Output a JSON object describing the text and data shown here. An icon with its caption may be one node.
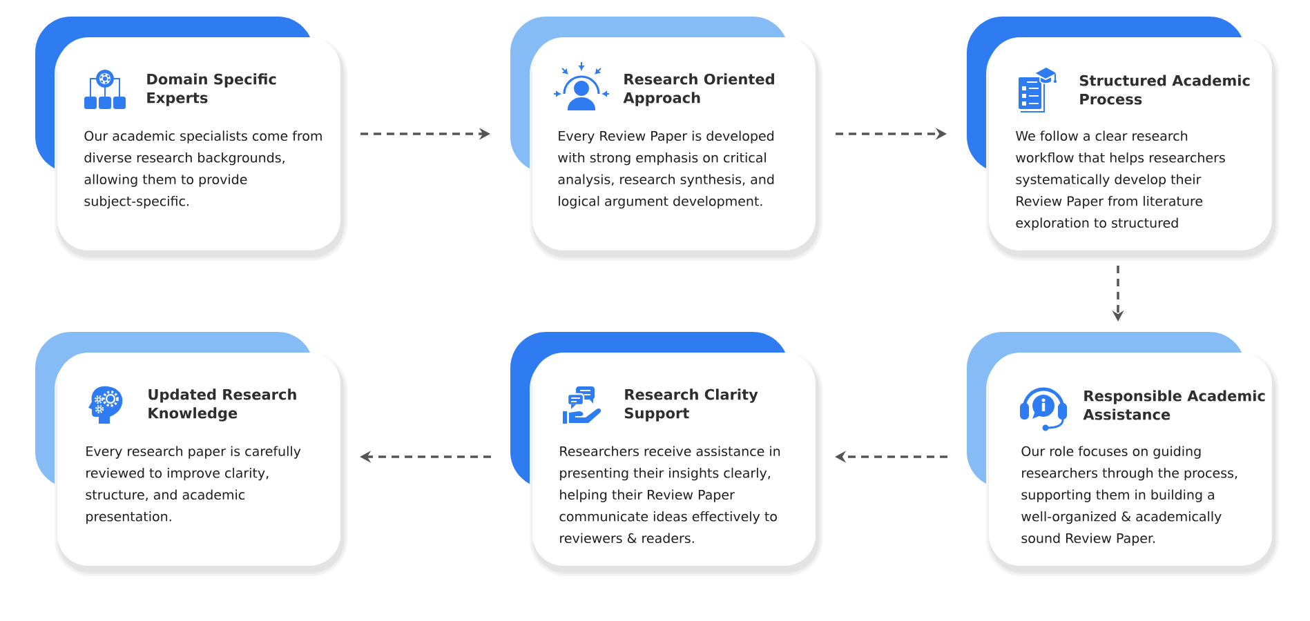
{
  "diagram": {
    "nodes": [
      {
        "text": [
          "Domain Specific Experts",
          "Our academic specialists come from diverse research backgrounds, allowing them to provide subject-specific."
        ]
      },
      {
        "text": [
          "Research Oriented Approach",
          "Every Review Paper is developed with strong emphasis on critical analysis, research synthesis, and logical argument development."
        ]
      },
      {
        "text": [
          "Structured Academic Process",
          "We follow a clear research workflow that helps researchers systematically develop their Review Paper from literature exploration to structured"
        ]
      },
      {
        "text": [
          "Updated Research Knowledge",
          "Every research paper is carefully reviewed to improve clarity, structure, and academic presentation."
        ]
      },
      {
        "text": [
          "Research Clarity Support",
          "Researchers receive assistance in presenting their insights clearly, helping their Review Paper communicate ideas effectively to reviewers & readers."
        ]
      },
      {
        "text": [
          "Responsible Academic Assistance",
          "Our role focuses on guiding researchers through the process, supporting them in building a well-organized & academically sound Review Paper."
        ]
      }
    ],
    "edges": [
      {
        "from": 0,
        "to": 1,
        "arrow": "to",
        "style": "dashed"
      },
      {
        "from": 1,
        "to": 2,
        "arrow": "to",
        "style": "dashed"
      },
      {
        "from": 2,
        "to": 5,
        "arrow": "to",
        "style": "dashed"
      },
      {
        "from": 5,
        "to": 4,
        "arrow": "to",
        "style": "dashed"
      },
      {
        "from": 4,
        "to": 3,
        "arrow": "to",
        "style": "dashed"
      }
    ]
  }
}
